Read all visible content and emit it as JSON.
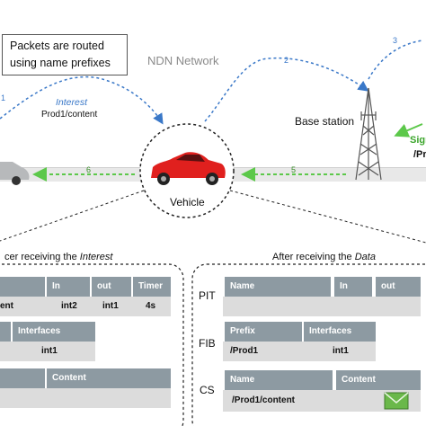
{
  "callout": {
    "line1": "Packets are routed",
    "line2": "using name prefixes"
  },
  "network_title": "NDN Network",
  "interest": {
    "label": "Interest",
    "name": "Prod1/content"
  },
  "base_station": "Base station",
  "vehicle": "Vehicle",
  "hops": [
    "1",
    "2",
    "3",
    "5",
    "6"
  ],
  "signal": {
    "line1": "Sign",
    "line2": "/Pro"
  },
  "left_panel": {
    "title_prefix": "cer receiving the ",
    "title_em": "Interest",
    "pit": {
      "headers": [
        "In",
        "out",
        "Timer"
      ],
      "row": [
        "ent",
        "int2",
        "int1",
        "4s"
      ]
    },
    "fib": {
      "headers": [
        "Interfaces"
      ],
      "row": [
        "int1"
      ]
    },
    "cs": {
      "headers": [
        "Content"
      ]
    }
  },
  "right_panel": {
    "title_prefix": "After receiving the ",
    "title_em": "Data",
    "pit": {
      "label": "PIT",
      "headers": [
        "Name",
        "In",
        "out"
      ]
    },
    "fib": {
      "label": "FIB",
      "headers": [
        "Prefix",
        "Interfaces"
      ],
      "row": [
        "/Prod1",
        "int1"
      ]
    },
    "cs": {
      "label": "CS",
      "headers": [
        "Name",
        "Content"
      ],
      "row": [
        "/Prod1/content"
      ]
    }
  },
  "colors": {
    "interest_arrow": "#3a78c8",
    "data_arrow": "#5cc84a",
    "table_header": "#8d9aa2",
    "table_row": "#dcdcdc"
  },
  "icons": [
    "car-icon",
    "vehicle-car-icon",
    "tower-icon",
    "envelope-icon"
  ]
}
